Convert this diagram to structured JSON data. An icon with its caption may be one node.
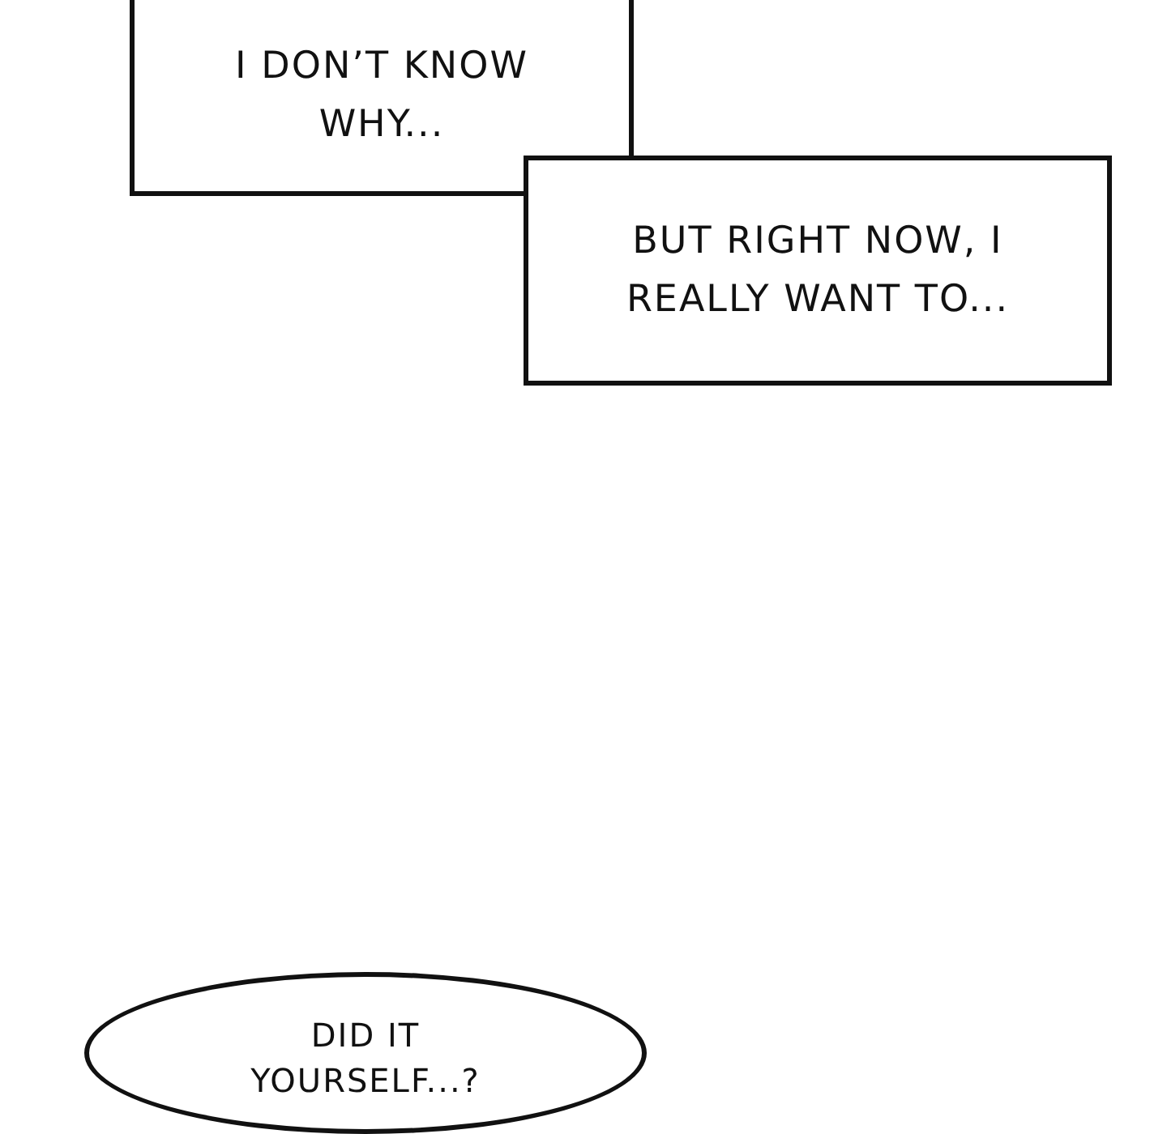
{
  "diagram": {
    "nodes": [
      {
        "text": [
          "I DON’T KNOW WHY..."
        ]
      },
      {
        "text": [
          "BUT RIGHT NOW, I REALLY WANT TO..."
        ]
      },
      {
        "text": [
          "DID IT YOURSELF...?"
        ]
      }
    ]
  }
}
